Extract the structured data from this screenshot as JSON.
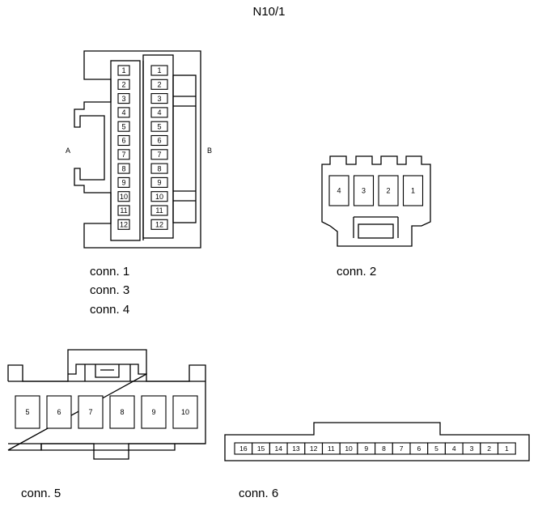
{
  "title": "N10/1",
  "side_labels": {
    "a": "A",
    "b": "B"
  },
  "captions": {
    "group1": [
      "conn. 1",
      "conn. 3",
      "conn. 4"
    ],
    "conn2": "conn. 2",
    "conn5": "conn. 5",
    "conn6": "conn. 6"
  },
  "connector_a_pins": [
    "1",
    "2",
    "3",
    "4",
    "5",
    "6",
    "7",
    "8",
    "9",
    "10",
    "11",
    "12"
  ],
  "connector_b_pins": [
    "1",
    "2",
    "3",
    "4",
    "5",
    "6",
    "7",
    "8",
    "9",
    "10",
    "11",
    "12"
  ],
  "conn2_pins": [
    "4",
    "3",
    "2",
    "1"
  ],
  "conn5_pins": [
    "5",
    "6",
    "7",
    "8",
    "9",
    "10"
  ],
  "conn6_pins": [
    "16",
    "15",
    "14",
    "13",
    "12",
    "11",
    "10",
    "9",
    "8",
    "7",
    "6",
    "5",
    "4",
    "3",
    "2",
    "1"
  ]
}
